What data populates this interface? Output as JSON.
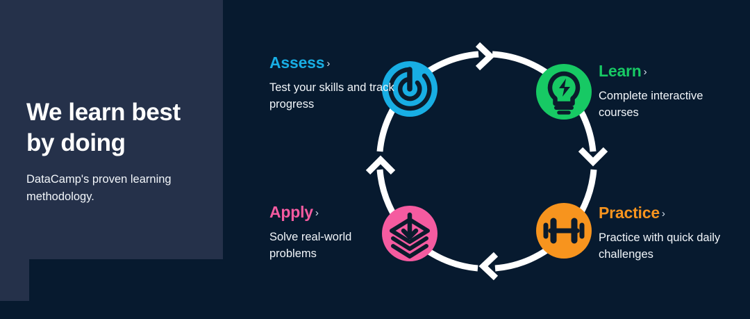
{
  "panel": {
    "headline_line1": "We learn best",
    "headline_line2": "by doing",
    "subhead": "DataCamp's proven learning methodology."
  },
  "diagram": {
    "flow_direction": "clockwise",
    "ring_color": "#ffffff",
    "background_color": "#071a2f",
    "panel_color": "#25314a",
    "chevron_symbol": "›"
  },
  "steps": [
    {
      "id": "assess",
      "title": "Assess",
      "link_chevron": "›",
      "description": "Test your skills and track progress",
      "color": "#18aee4",
      "icon": "target-radar-icon",
      "position": "top-left"
    },
    {
      "id": "learn",
      "title": "Learn",
      "link_chevron": "›",
      "description": "Complete interactive courses",
      "color": "#17c964",
      "icon": "lightbulb-bolt-icon",
      "position": "top-right"
    },
    {
      "id": "practice",
      "title": "Practice",
      "link_chevron": "›",
      "description": "Practice with quick daily challenges",
      "color": "#f7941e",
      "icon": "dumbbell-icon",
      "position": "bottom-right"
    },
    {
      "id": "apply",
      "title": "Apply",
      "link_chevron": "›",
      "description": "Solve real-world problems",
      "color": "#f55ba0",
      "icon": "layers-download-icon",
      "position": "bottom-left"
    }
  ]
}
